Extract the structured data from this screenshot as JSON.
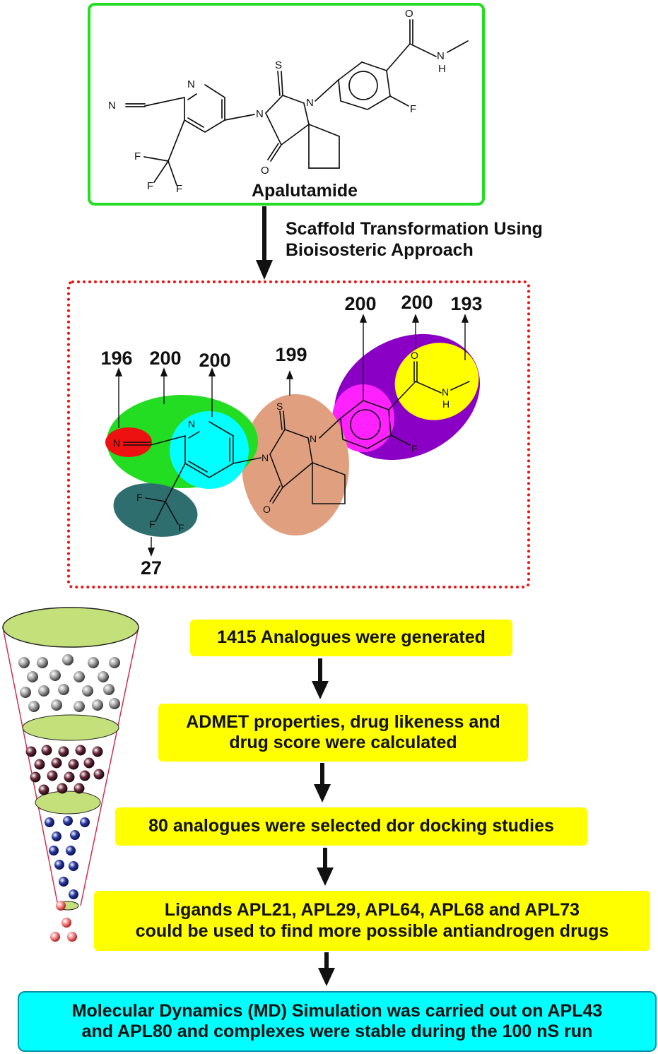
{
  "top": {
    "compound_name": "Apalutamide"
  },
  "transform_label": [
    "Scaffold Transformation Using",
    "Bioisosteric Approach"
  ],
  "fragment_counts": {
    "nitrile": "196",
    "pyridine_ring": "200",
    "pyridine_n": "200",
    "cf3": "27",
    "thiohydantoin": "199",
    "phenyl": "200",
    "amide_top": "200",
    "amide_methyl": "193"
  },
  "steps": [
    {
      "lines": [
        "1415 Analogues were  generated"
      ]
    },
    {
      "lines": [
        "ADMET properties, drug likeness and",
        "drug score were calculated"
      ]
    },
    {
      "lines": [
        "80 analogues were selected dor docking studies"
      ]
    },
    {
      "lines": [
        "Ligands APL21, APL29, APL64, APL68 and APL73",
        "could be used to find more possible antiandrogen drugs"
      ]
    },
    {
      "lines": [
        "Molecular Dynamics (MD) Simulation was carried out on APL43",
        "and APL80 and complexes were stable during the 100 nS run"
      ]
    }
  ],
  "atoms": {
    "N": "N",
    "S": "S",
    "O": "O",
    "F": "F",
    "H": "H"
  },
  "colors": {
    "top_border": "#22dd22",
    "dashed_border": "#ee1111",
    "yellow": "#ffff00",
    "cyan": "#00ffff",
    "region_green": "#22dd22",
    "region_red": "#ee1111",
    "region_cyan": "#00ffff",
    "region_teal": "#2f6e6e",
    "region_salmon": "#e0a080",
    "region_purple": "#8a00c4",
    "region_magenta": "#ff22ff",
    "region_yellow": "#ffff00"
  }
}
